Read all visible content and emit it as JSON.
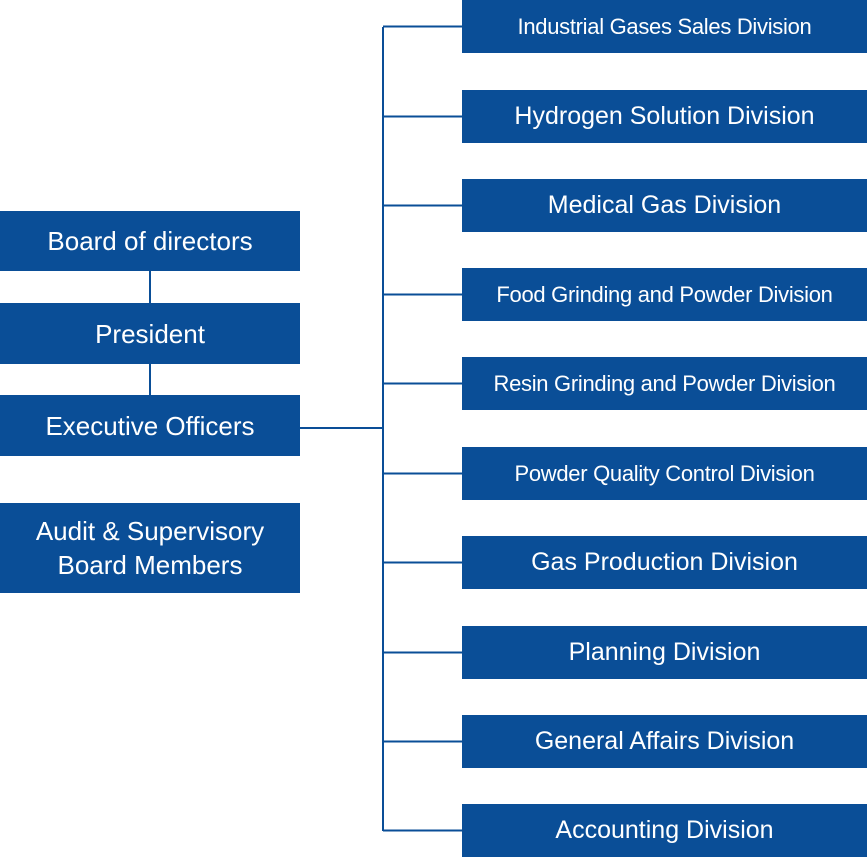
{
  "left": {
    "board": "Board of directors",
    "president": "President",
    "executive": "Executive Officers",
    "audit_line1": "Audit & Supervisory",
    "audit_line2": "Board Members"
  },
  "divisions": [
    "Industrial Gases Sales Division",
    "Hydrogen Solution Division",
    "Medical Gas Division",
    "Food Grinding and Powder Division",
    "Resin Grinding and Powder Division",
    "Powder Quality Control Division",
    "Gas Production Division",
    "Planning Division",
    "General Affairs Division",
    "Accounting Division"
  ],
  "colors": {
    "box_fill": "#0a4e97",
    "connector": "#0a4e97",
    "text": "#ffffff"
  }
}
